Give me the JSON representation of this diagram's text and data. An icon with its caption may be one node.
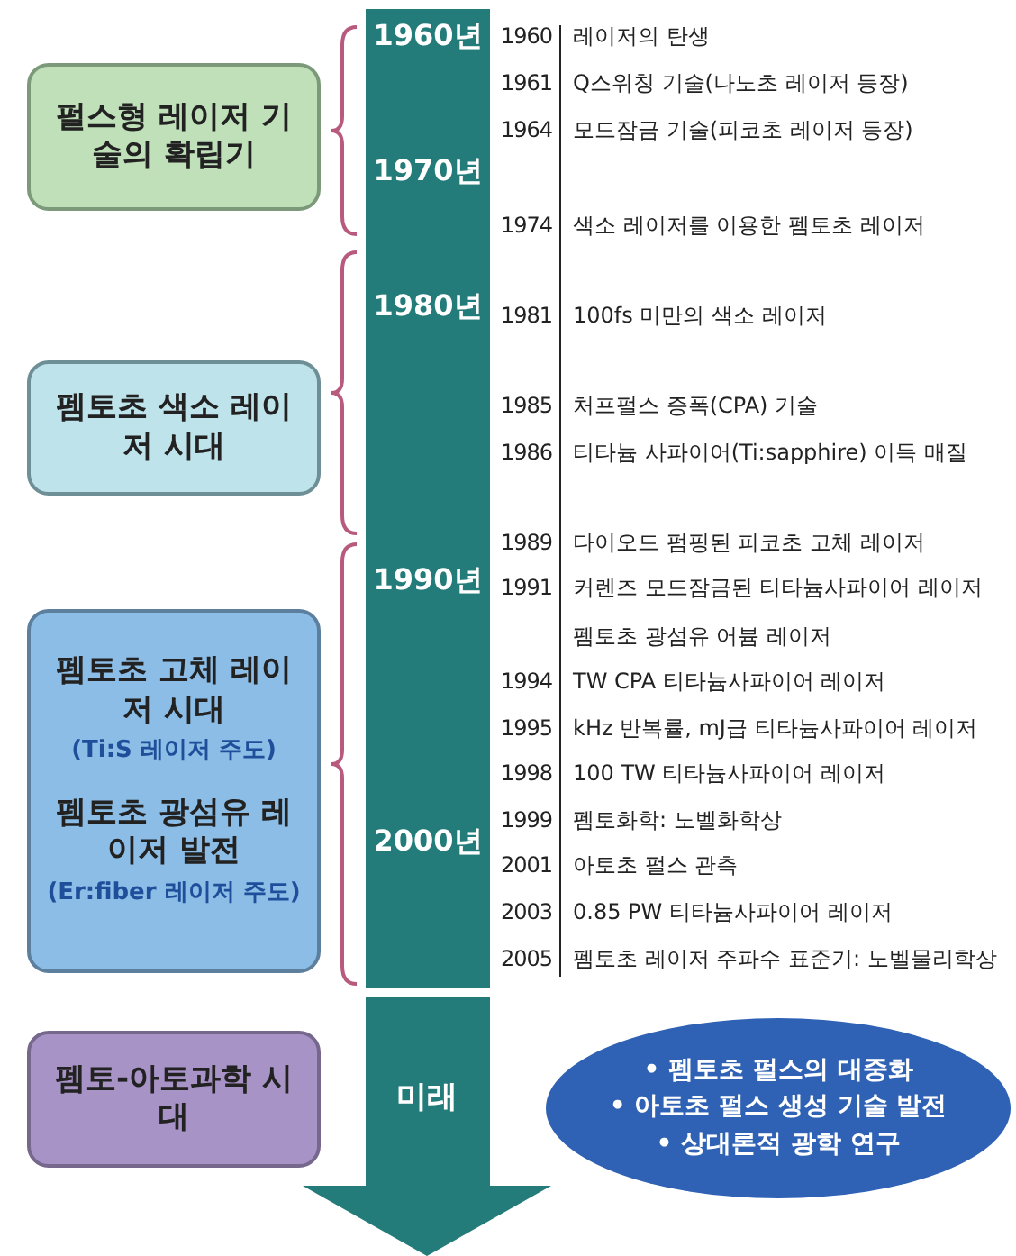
{
  "diagram": {
    "nodes": [
      {
        "text": [
          "펄스형 레이저 기술의 확립기"
        ]
      },
      {
        "text": [
          "펨토초 색소 레이저 시대"
        ]
      },
      {
        "text": [
          "펨토초 고체 레이저 시대",
          "(Ti:S 레이저 주도)",
          "펨토초 광섬유 레이저 발전",
          "(Er:fiber 레이저 주도)"
        ]
      },
      {
        "text": [
          "펨토-아토과학 시대"
        ]
      },
      {
        "text": [
          "1960년",
          "1970년",
          "1980년",
          "1990년",
          "2000년"
        ]
      },
      {
        "text": [
          "미래"
        ]
      },
      {
        "text": [
          "• 펨토초 펄스의 대중화",
          "• 아토초 펄스 생성 기술 발전",
          "• 상대론적 광학 연구"
        ]
      }
    ],
    "labels": [
      "1960",
      "레이저의 탄생",
      "1961",
      "Q스위칭 기술(나노초 레이저 등장)",
      "1964",
      "모드잠금 기술(피코초 레이저 등장)",
      "1974",
      "색소 레이저를 이용한 펨토초 레이저",
      "1981",
      "100fs 미만의 색소 레이저",
      "1985",
      "처프펄스 증폭(CPA) 기술",
      "1986",
      "티타늄 사파이어(Ti:sapphire) 이득 매질",
      "1989",
      "다이오드 펌핑된 피코초 고체 레이저",
      "1991",
      "커렌즈 모드잠금된 티타늄사파이어 레이저",
      "펨토초 광섬유 어븀 레이저",
      "1994",
      "TW CPA 티타늄사파이어 레이저",
      "1995",
      "kHz 반복률, mJ급 티타늄사파이어 레이저",
      "1998",
      "100 TW 티타늄사파이어 레이저",
      "1999",
      "펨토화학: 노벨화학상",
      "2001",
      "아토초 펄스 관측",
      "2003",
      "0.85 PW 티타늄사파이어 레이저",
      "2005",
      "펨토초 레이저 주파수 표준기: 노벨물리학상"
    ]
  }
}
